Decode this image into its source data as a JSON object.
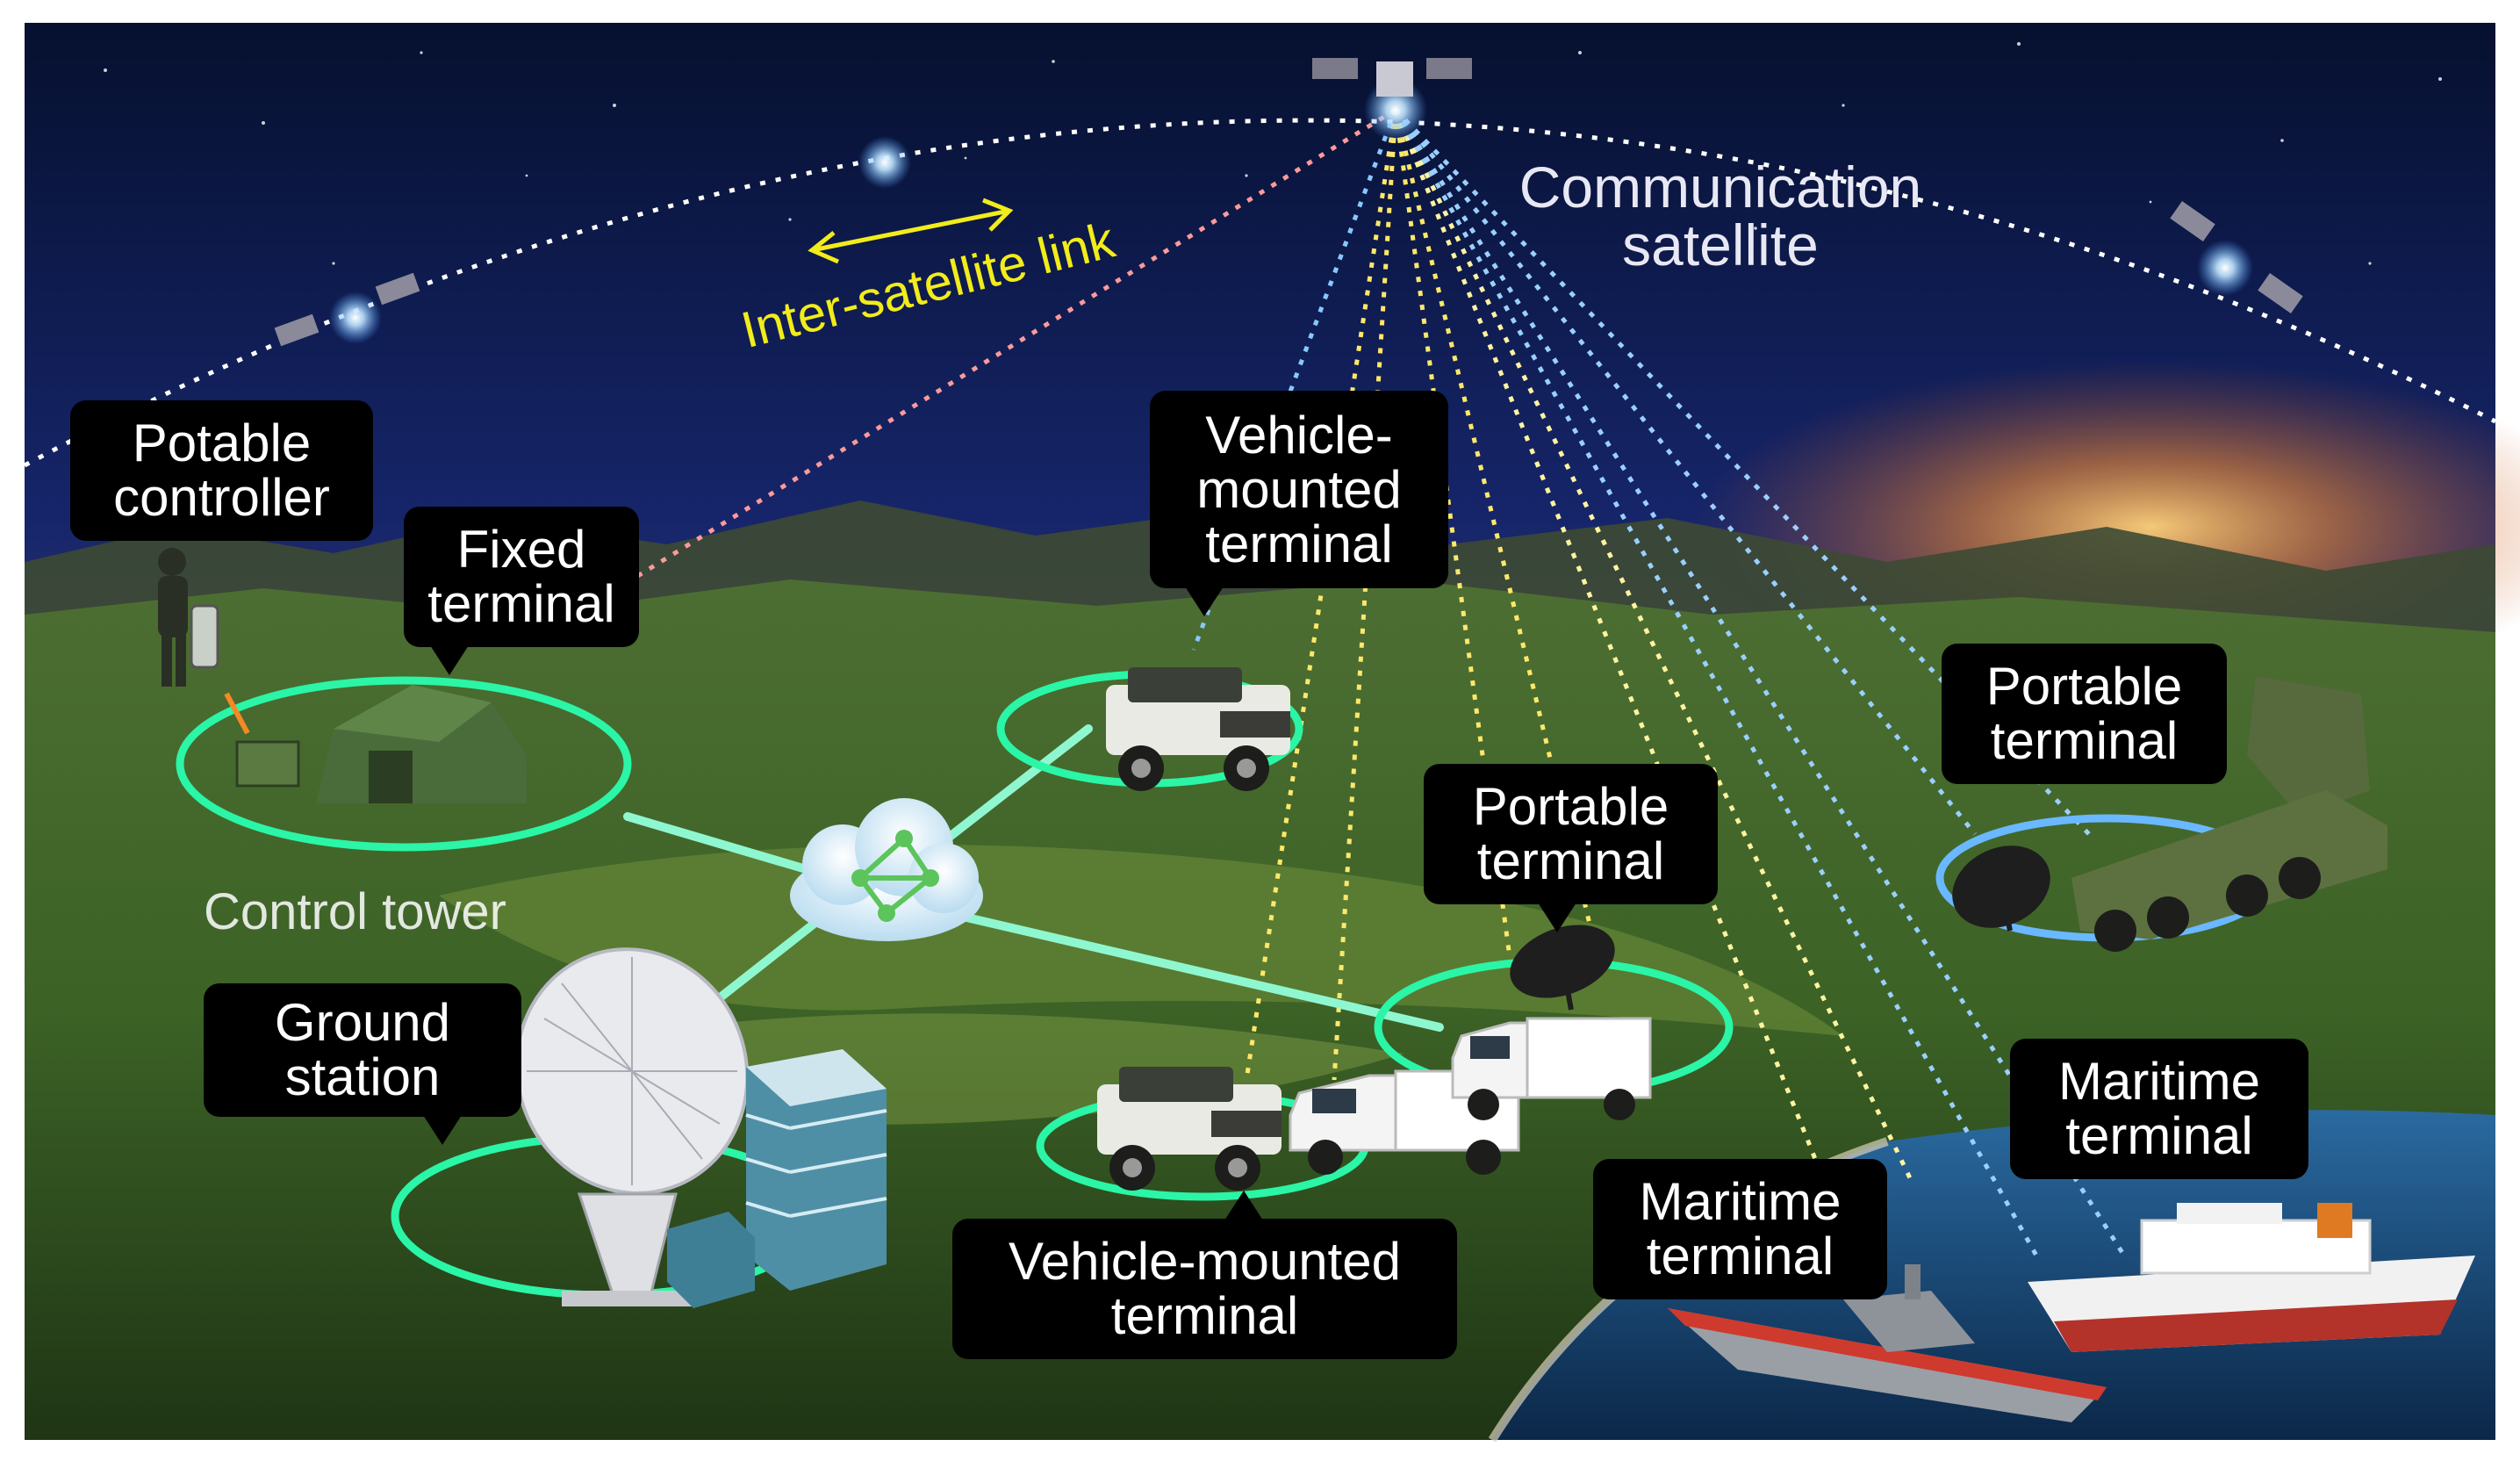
{
  "labels": {
    "communication_satellite": [
      "Communication",
      "satellite"
    ],
    "inter_satellite_link": "Inter-satellite link",
    "control_tower": "Control tower",
    "potable_controller": [
      "Potable",
      "controller"
    ],
    "fixed_terminal": [
      "Fixed",
      "terminal"
    ],
    "vehicle_terminal_top": [
      "Vehicle-",
      "mounted",
      "terminal"
    ],
    "portable_terminal_center": [
      "Portable",
      "terminal"
    ],
    "portable_terminal_right": [
      "Portable",
      "terminal"
    ],
    "ground_station": [
      "Ground",
      "station"
    ],
    "vehicle_terminal_bottom": [
      "Vehicle-mounted",
      "terminal"
    ],
    "maritime_terminal_center": [
      "Maritime",
      "terminal"
    ],
    "maritime_terminal_right": [
      "Maritime",
      "terminal"
    ]
  },
  "colors": {
    "sky_top": "#07123a",
    "sky_mid": "#1b2c70",
    "sunset": "#e0782a",
    "ground": "#3f6a2a",
    "sea": "#1c4f82",
    "ring": "#2bf5a6",
    "isl_label": "#f2ec1a",
    "callout_bg": "#000000",
    "callout_text": "#ffffff"
  },
  "icons": [
    "satellite-icon",
    "cloud-network-icon",
    "tent-icon",
    "soldier-icon",
    "jeep-icon",
    "truck-icon",
    "dish-antenna-icon",
    "building-icon",
    "launcher-vehicle-icon",
    "warship-icon",
    "cruise-ship-icon"
  ]
}
